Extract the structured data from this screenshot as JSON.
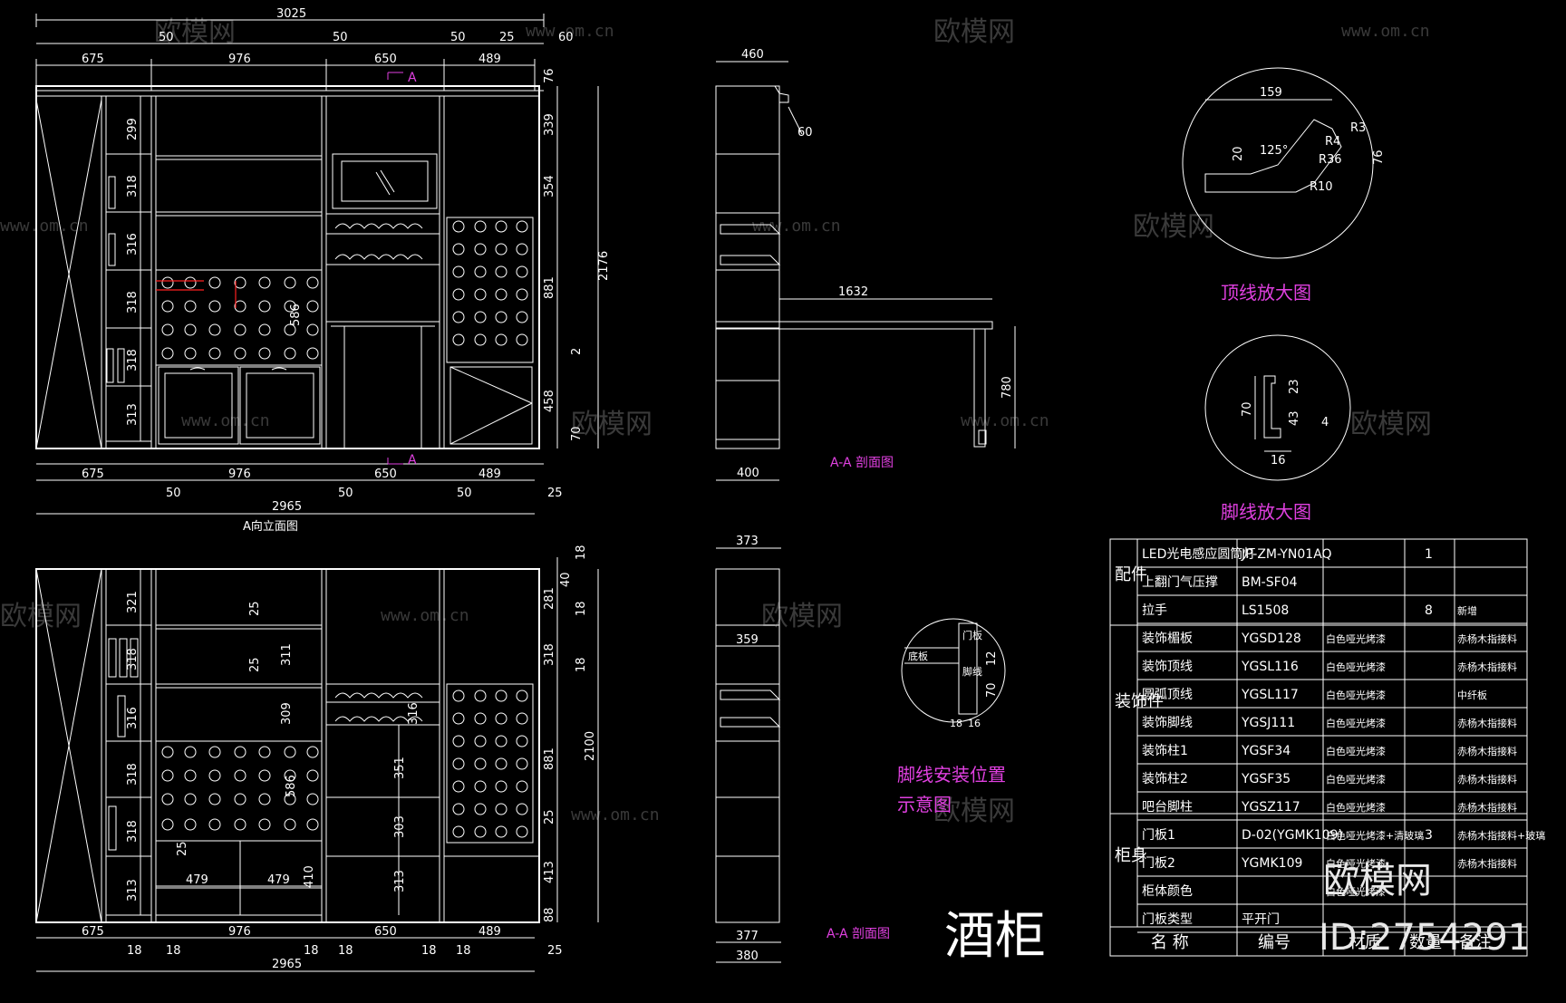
{
  "elevation_a": {
    "title": "A向立面图",
    "top_overall": "3025",
    "top_segments": [
      "675",
      "976",
      "650",
      "489"
    ],
    "top_gaps": [
      "50",
      "50",
      "50",
      "25",
      "60"
    ],
    "bottom_segments": [
      "675",
      "976",
      "650",
      "489"
    ],
    "bottom_gaps": [
      "50",
      "50",
      "50",
      "25"
    ],
    "bottom_overall": "2965",
    "left_shelves": [
      "299",
      "318",
      "316",
      "318",
      "318",
      "313"
    ],
    "right_dims": [
      "76",
      "339",
      "354",
      "881",
      "2",
      "458",
      "70"
    ],
    "total_height": "2176",
    "rack_label": "586",
    "section_mark": "A"
  },
  "elevation_b": {
    "bottom_segments": [
      "675",
      "976",
      "650",
      "489"
    ],
    "bottom_gaps": [
      "18",
      "18",
      "18",
      "18",
      "18",
      "18",
      "25"
    ],
    "bottom_overall": "2965",
    "left_shelves": [
      "321",
      "318",
      "316",
      "318",
      "318",
      "313"
    ],
    "right_dims": [
      "18",
      "40",
      "281",
      "18",
      "318",
      "18",
      "881",
      "25",
      "413",
      "88"
    ],
    "total_height": "2100",
    "inner_dims": [
      "25",
      "311",
      "25",
      "309",
      "316",
      "351",
      "303",
      "313",
      "410",
      "479",
      "479",
      "25",
      "586"
    ]
  },
  "section_top": {
    "width_top": "460",
    "width_bottom": "400",
    "offset": "60",
    "bar_length": "1632",
    "bar_height": "780",
    "label": "A-A 剖面图"
  },
  "section_bottom": {
    "width_top": "373",
    "inner": "359",
    "width_b1": "377",
    "width_b2": "380",
    "label": "A-A 剖面图"
  },
  "detail_crown": {
    "title": "顶线放大图",
    "dims": [
      "159",
      "20",
      "125°",
      "R3",
      "R4",
      "R36",
      "R10",
      "76"
    ]
  },
  "detail_base": {
    "title": "脚线放大图",
    "dims": [
      "70",
      "23",
      "43",
      "4",
      "16"
    ]
  },
  "detail_install": {
    "title_line1": "脚线安装位置",
    "title_line2": "示意图",
    "labels": [
      "底板",
      "门板",
      "脚线",
      "70",
      "12",
      "18",
      "16"
    ]
  },
  "drawing_name": "酒柜",
  "title_block": {
    "groups": [
      "配件",
      "装饰件",
      "柜身"
    ],
    "rows": [
      {
        "name": "LED光电感应圆筒灯",
        "code": "JP-ZM-YN01AQ",
        "finish": "",
        "qty": "1",
        "note": ""
      },
      {
        "name": "上翻门气压撑",
        "code": "BM-SF04",
        "finish": "",
        "qty": "",
        "note": ""
      },
      {
        "name": "拉手",
        "code": "LS1508",
        "finish": "",
        "qty": "8",
        "note": "新增"
      },
      {
        "name": "装饰楣板",
        "code": "YGSD128",
        "finish": "白色哑光烤漆",
        "qty": "",
        "note": "赤杨木指接料"
      },
      {
        "name": "装饰顶线",
        "code": "YGSL116",
        "finish": "白色哑光烤漆",
        "qty": "",
        "note": "赤杨木指接料"
      },
      {
        "name": "圆弧顶线",
        "code": "YGSL117",
        "finish": "白色哑光烤漆",
        "qty": "",
        "note": "中纤板"
      },
      {
        "name": "装饰脚线",
        "code": "YGSJ111",
        "finish": "白色哑光烤漆",
        "qty": "",
        "note": "赤杨木指接料"
      },
      {
        "name": "装饰柱1",
        "code": "YGSF34",
        "finish": "白色哑光烤漆",
        "qty": "",
        "note": "赤杨木指接料"
      },
      {
        "name": "装饰柱2",
        "code": "YGSF35",
        "finish": "白色哑光烤漆",
        "qty": "",
        "note": "赤杨木指接料"
      },
      {
        "name": "吧台脚柱",
        "code": "YGSZ117",
        "finish": "白色哑光烤漆",
        "qty": "",
        "note": "赤杨木指接料"
      },
      {
        "name": "门板1",
        "code": "D-02(YGMK109)",
        "finish": "白色哑光烤漆+清玻璃",
        "qty": "3",
        "note": "赤杨木指接料+玻璃"
      },
      {
        "name": "门板2",
        "code": "YGMK109",
        "finish": "白色哑光烤漆",
        "qty": "",
        "note": "赤杨木指接料"
      },
      {
        "name": "柜体颜色",
        "code": "",
        "finish": "白色哑光烤漆",
        "qty": "",
        "note": ""
      },
      {
        "name": "门板类型",
        "code": "平开门",
        "finish": "",
        "qty": "",
        "note": ""
      }
    ],
    "footer": [
      "名 称",
      "编号",
      "材质",
      "数量",
      "备注"
    ]
  },
  "watermark": {
    "brand": "欧模网",
    "site": "www.om.cn",
    "id": "ID:2754291"
  },
  "colors": {
    "background": "#000000",
    "line": "#ffffff",
    "accent": "#e040e0",
    "red": "#ff2020"
  }
}
